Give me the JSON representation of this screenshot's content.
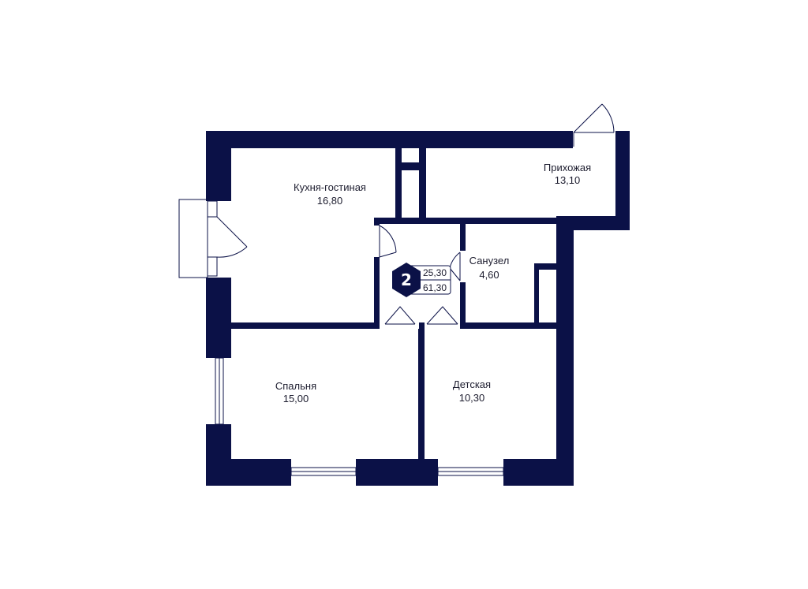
{
  "colors": {
    "wall": "#0b1147",
    "background": "#ffffff",
    "text": "#1c1c2e"
  },
  "rooms": {
    "kitchen_living": {
      "name": "Кухня-гостиная",
      "area": "16,80"
    },
    "hallway": {
      "name": "Прихожая",
      "area": "13,10"
    },
    "bathroom": {
      "name": "Санузел",
      "area": "4,60"
    },
    "bedroom": {
      "name": "Спальня",
      "area": "15,00"
    },
    "nursery": {
      "name": "Детская",
      "area": "10,30"
    }
  },
  "badge": {
    "rooms_count": "2",
    "living_area": "25,30",
    "total_area": "61,30"
  }
}
